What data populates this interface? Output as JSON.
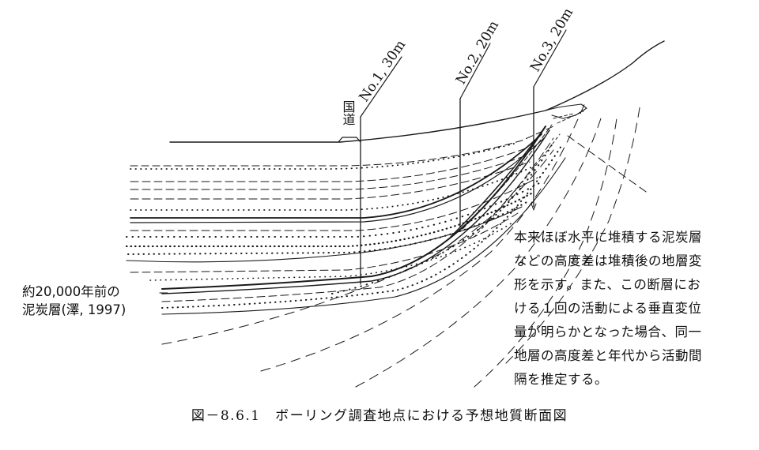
{
  "boreholes": [
    {
      "label": "No.1, 30m"
    },
    {
      "label": "No.2, 20m"
    },
    {
      "label": "No.3, 20m"
    }
  ],
  "road_label": "国道",
  "layer_label": {
    "line1": "約20,000年前の",
    "line2": "泥炭層(澤, 1997)"
  },
  "explanation_lines": [
    "本来ほぼ水平に堆積する泥炭層",
    "などの高度差は堆積後の地層変",
    "形を示す。また、この断層にお",
    "ける１回の活動による垂直変位",
    "量が明らかとなった場合、同一",
    "地層の高度差と年代から活動間",
    "隔を推定する。"
  ],
  "caption": "図－8.6.1　ボーリング調査地点における予想地質断面図"
}
